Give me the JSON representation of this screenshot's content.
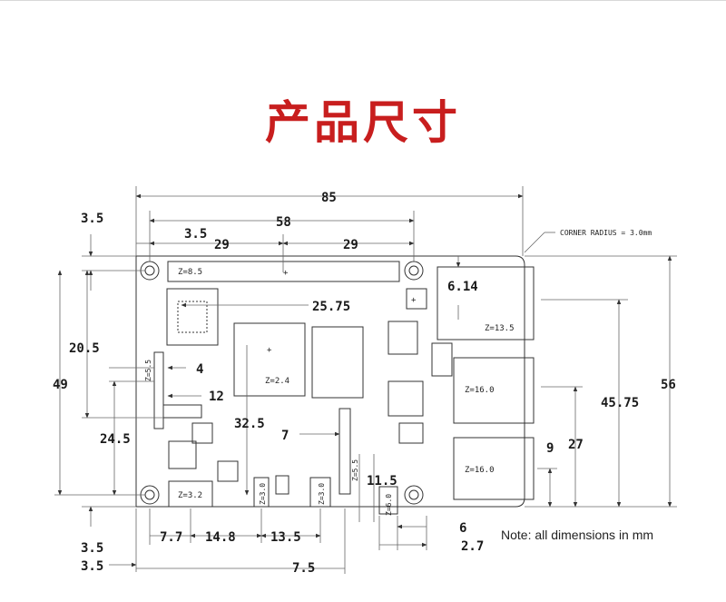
{
  "title": "产品尺寸",
  "corner_radius": "CORNER RADIUS = 3.0mm",
  "note": "Note: all dimensions in mm",
  "dims": {
    "width_85": "85",
    "hole_58": "58",
    "hole_offset_top": "3.5",
    "left_margin_35": "3.5",
    "half_29_left": "29",
    "half_29_right": "29",
    "gpio_25_75": "25.75",
    "eth_6_14": "6.14",
    "h_20_5": "20.5",
    "h_49": "49",
    "d_4": "4",
    "d_12": "12",
    "d_24_5": "24.5",
    "d_32_5": "32.5",
    "d_7": "7",
    "d_11_5": "11.5",
    "d_45_75": "45.75",
    "d_27": "27",
    "d_9": "9",
    "height_56": "56",
    "bottom_35_a": "3.5",
    "bottom_35_b": "3.5",
    "d_7_7": "7.7",
    "d_14_8": "14.8",
    "d_13_5": "13.5",
    "d_7_5": "7.5",
    "d_6": "6",
    "d_2_7": "2.7"
  },
  "z_labels": {
    "gpio": "Z=8.5",
    "eth": "Z=13.5",
    "usb_a": "Z=16.0",
    "usb_b": "Z=16.0",
    "soc": "Z=2.4",
    "power": "Z=3.2",
    "hdmi_a": "Z=3.0",
    "hdmi_b": "Z=3.0",
    "cam_a": "Z=5.5",
    "cam_b": "Z=5.5",
    "audio": "Z=6.0"
  }
}
